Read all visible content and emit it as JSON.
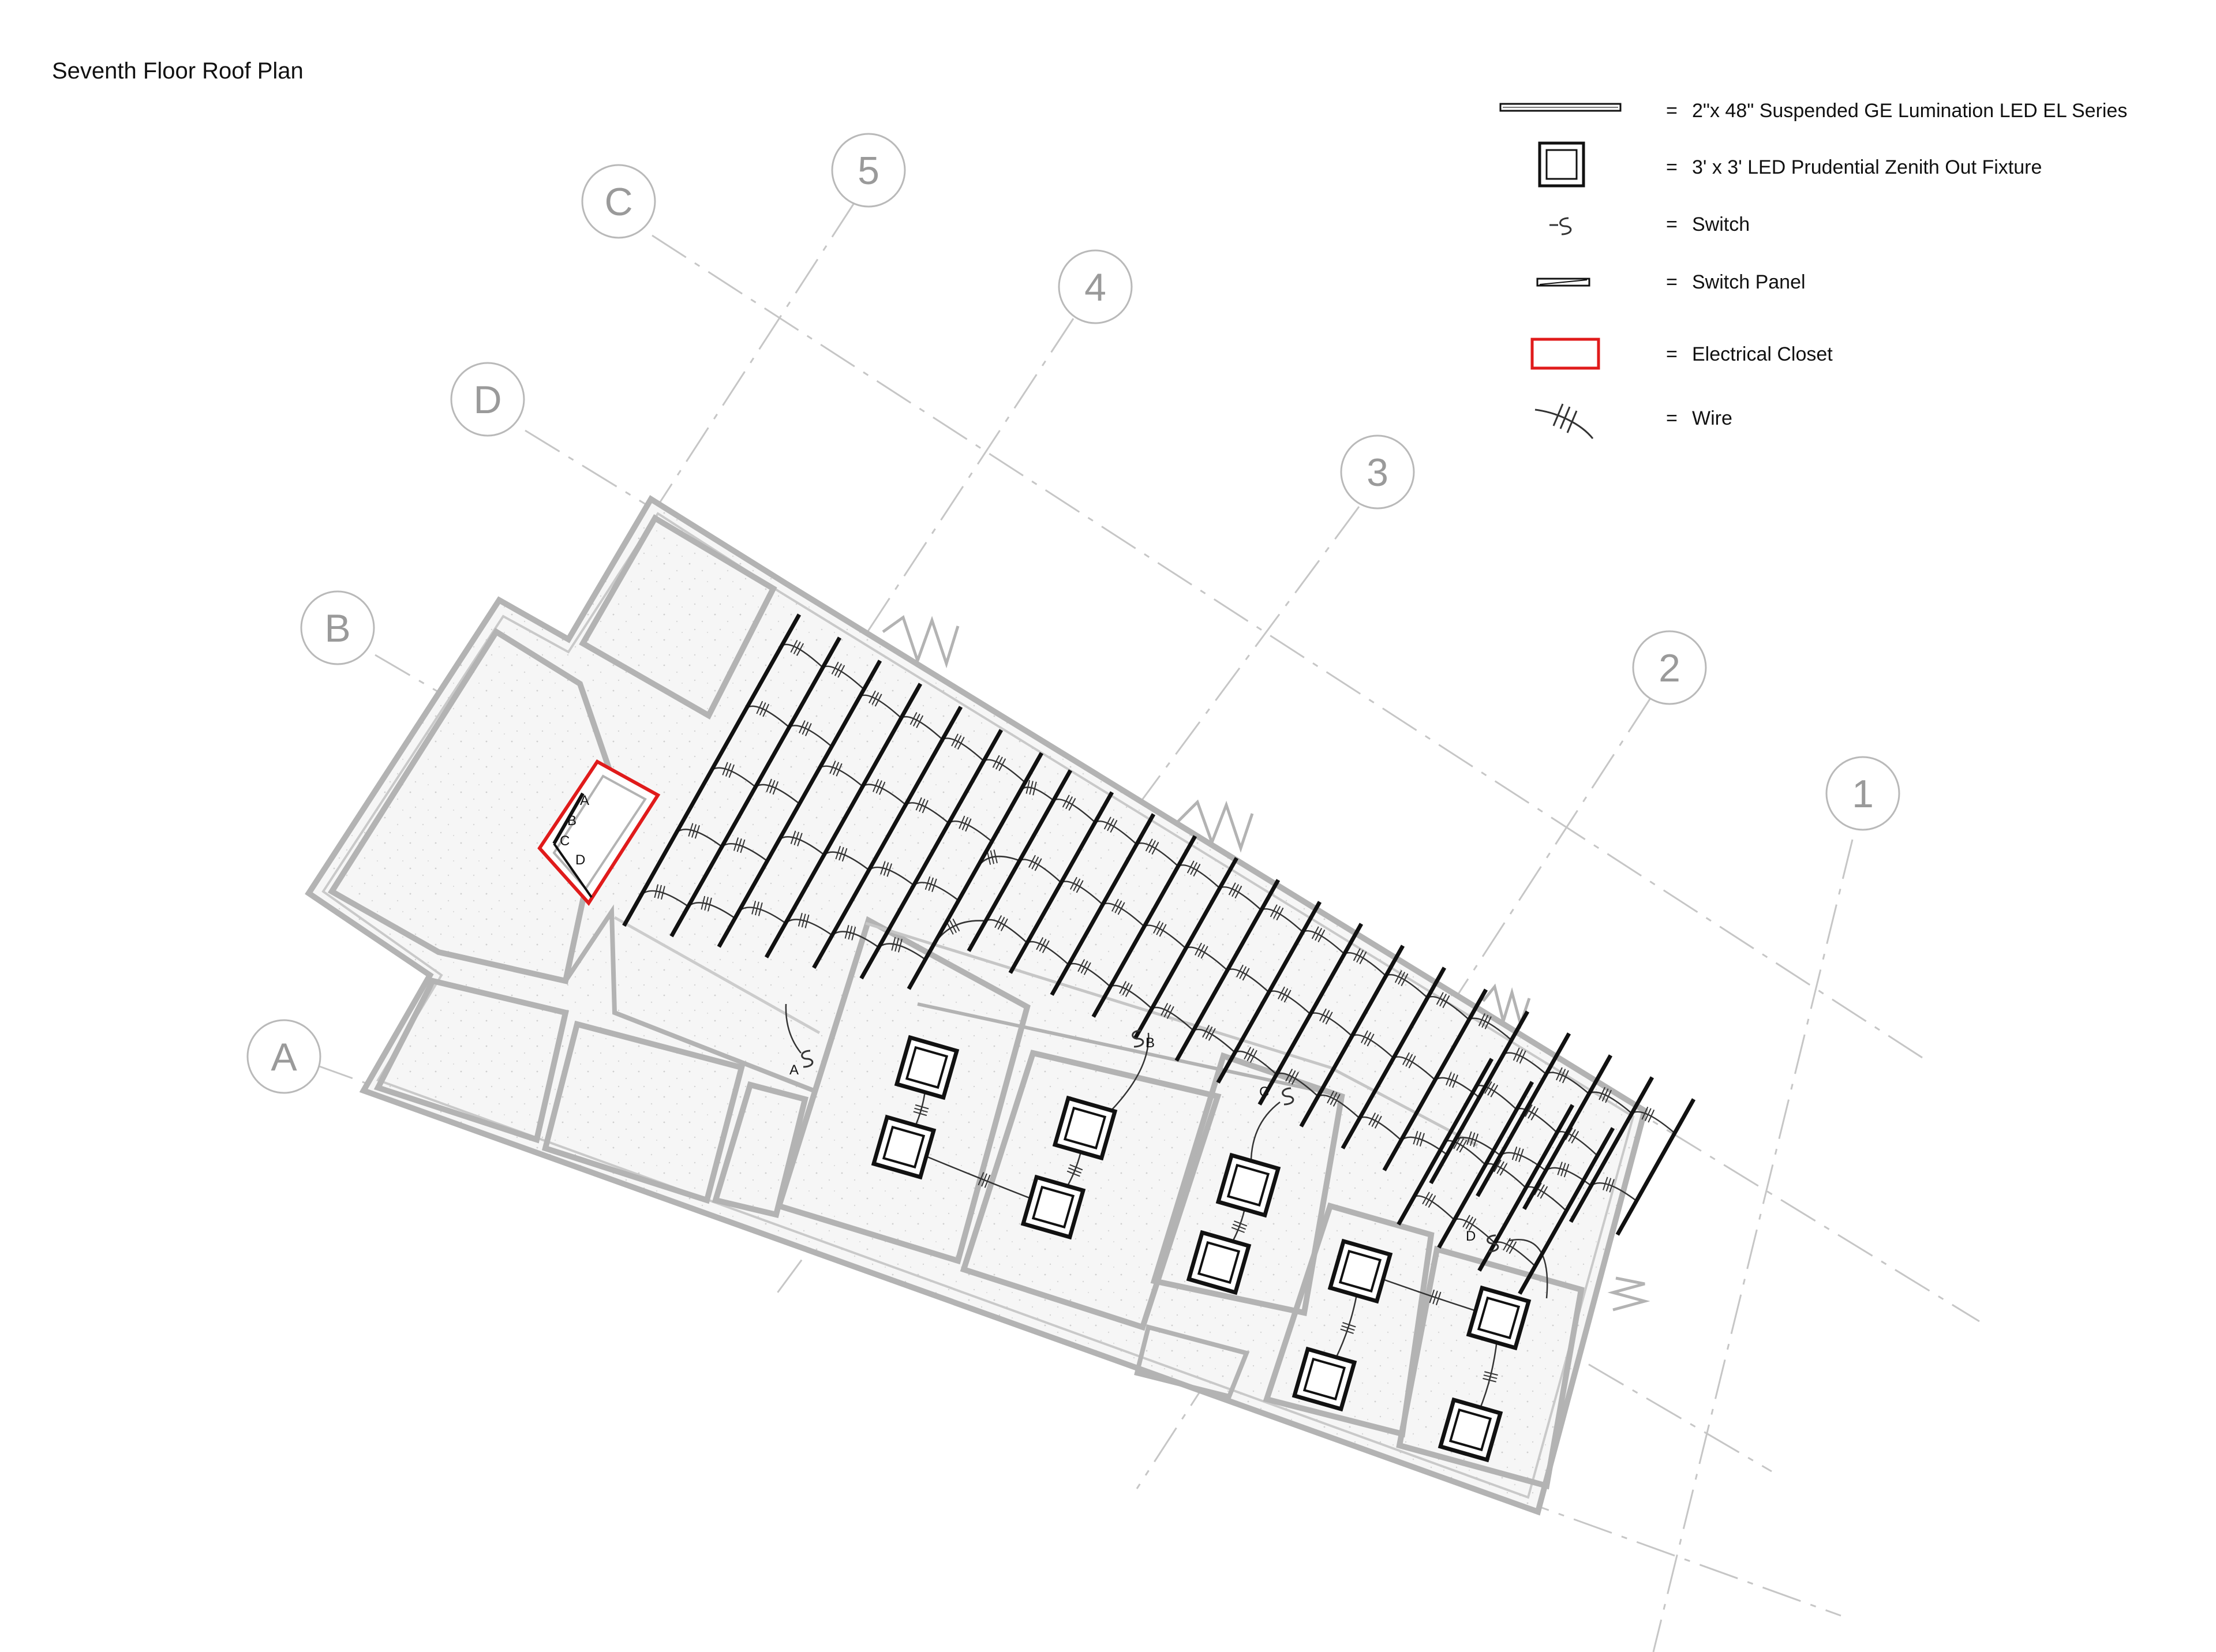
{
  "title": "Seventh Floor Roof Plan",
  "colors": {
    "wall": "#b3b3b3",
    "grid": "#c6c6c6",
    "fixture": "#111111",
    "closet": "#e01b1b",
    "bubble": "#9a9a9a"
  },
  "grid_bubbles": {
    "c": "C",
    "d": "D",
    "b": "B",
    "a": "A",
    "n5": "5",
    "n4": "4",
    "n3": "3",
    "n2": "2",
    "n1": "1"
  },
  "legend": {
    "eq": "=",
    "items": [
      {
        "icon": "suspended-led-fixture-icon",
        "label": "2\"x 48\" Suspended GE Lumination LED EL Series"
      },
      {
        "icon": "square-led-fixture-icon",
        "label": "3' x 3' LED Prudential Zenith Out Fixture"
      },
      {
        "icon": "switch-icon",
        "label": "Switch"
      },
      {
        "icon": "switch-panel-icon",
        "label": "Switch Panel"
      },
      {
        "icon": "electrical-closet-icon",
        "label": "Electrical Closet"
      },
      {
        "icon": "wire-icon",
        "label": "Wire"
      }
    ]
  },
  "panel_labels": {
    "a": "A",
    "b": "B",
    "c": "C",
    "d": "D"
  },
  "switch_labels": {
    "a": "A",
    "b": "B",
    "c": "C",
    "d": "D"
  }
}
